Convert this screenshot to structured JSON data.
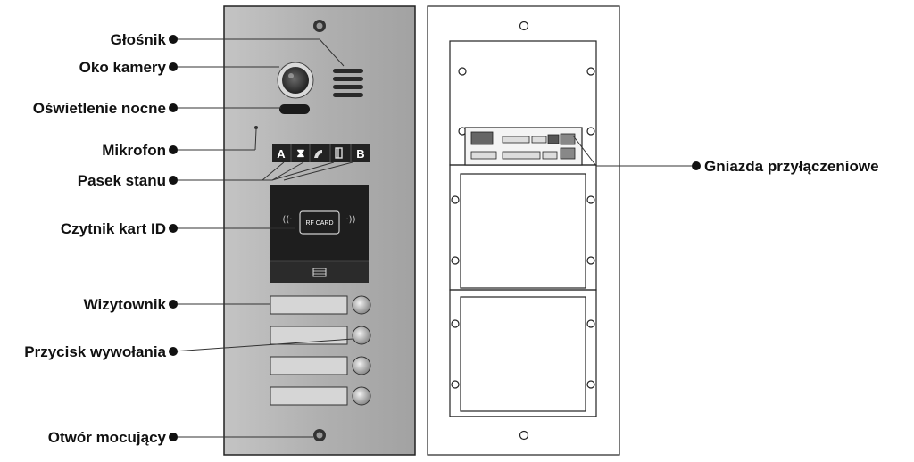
{
  "labels": {
    "speaker": "Głośnik",
    "camera": "Oko kamery",
    "night_light": "Oświetlenie nocne",
    "microphone": "Mikrofon",
    "status_bar": "Pasek stanu",
    "card_reader": "Czytnik kart ID",
    "name_plate": "Wizytownik",
    "call_button": "Przycisk wywołania",
    "mount_hole": "Otwór mocujący",
    "connectors": "Gniazda przyłączeniowe"
  },
  "panel": {
    "status_left": "A",
    "status_right": "B",
    "rf_card": "RF CARD"
  },
  "colors": {
    "panel_metal": "#b4b4b4",
    "reader_black": "#1f1f1f",
    "label_text": "#111111"
  }
}
